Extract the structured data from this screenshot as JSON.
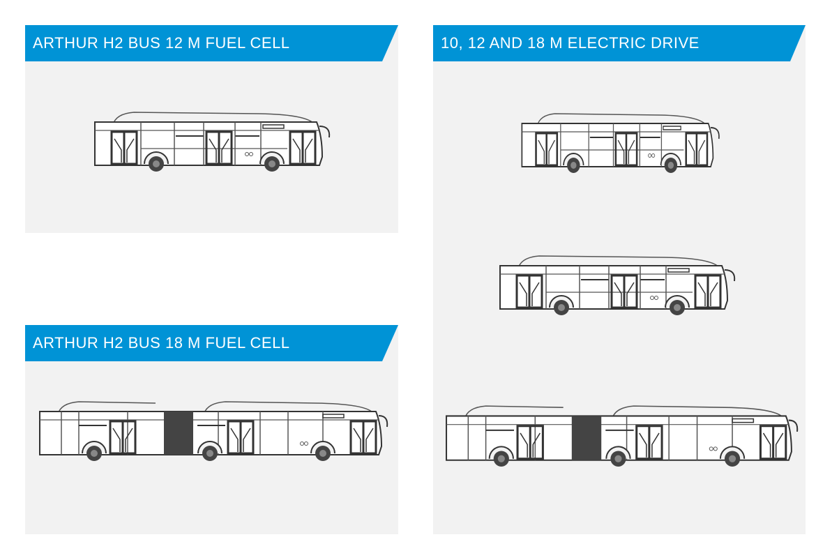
{
  "panels": {
    "fuel_cell_12": {
      "title": "ARTHUR H2 BUS 12 M FUEL CELL"
    },
    "fuel_cell_18": {
      "title": "ARTHUR H2 BUS 18 M FUEL CELL"
    },
    "electric": {
      "title": "10, 12 AND 18 M ELECTRIC DRIVE"
    }
  },
  "colors": {
    "banner": "#0093d6",
    "panel": "#f2f2f2",
    "line": "#333333"
  }
}
